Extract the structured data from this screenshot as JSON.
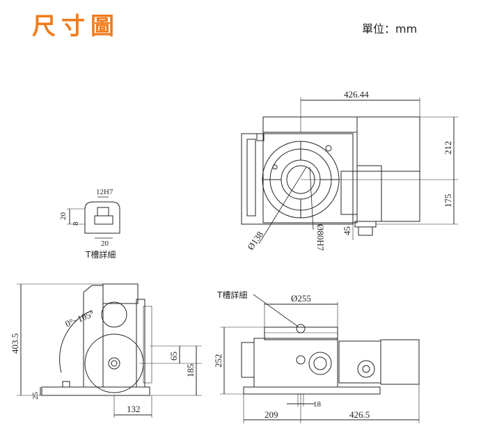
{
  "header": {
    "title": "尺寸圖",
    "unit": "單位：mm"
  },
  "top_view": {
    "dim_width": "426.44",
    "dim_upper": "212",
    "dim_lower": "175",
    "dim_shaft": "45",
    "dim_bore": "Ø138",
    "dim_fit": "Ø80H7"
  },
  "t_slot_detail": {
    "label": "T槽詳細",
    "dim_slot": "12H7",
    "dim_height": "20",
    "dim_depth": "8",
    "dim_bottom": "20"
  },
  "side_view": {
    "dim_height": "403.5",
    "dim_base": "25",
    "dim_tilt": "0°~105°",
    "dim_center_a": "65",
    "dim_center_b": "185",
    "dim_offset": "132"
  },
  "front_view": {
    "label": "T槽詳細",
    "dim_table": "Ø255",
    "dim_height": "252",
    "dim_slot": "18",
    "dim_left": "209",
    "dim_total": "426.5"
  }
}
